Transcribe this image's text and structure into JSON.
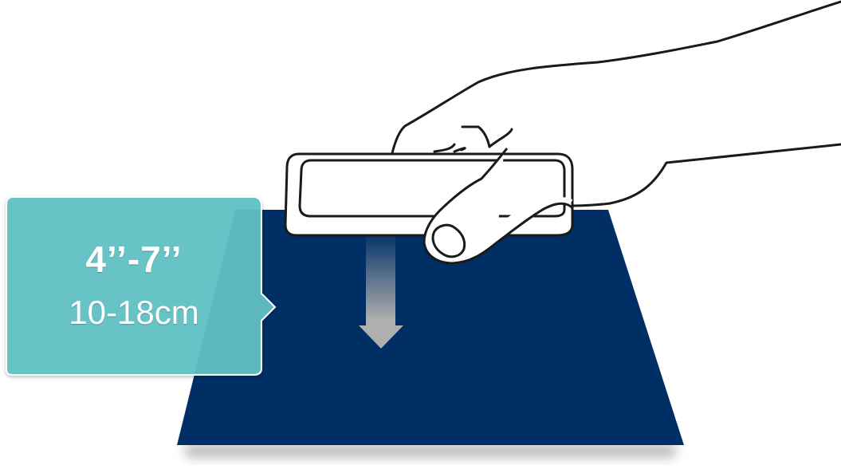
{
  "diagram": {
    "title": "Scanner distance illustration",
    "distance_label": {
      "inches": "4’’-7’’",
      "centimeters": "10-18cm"
    },
    "colors": {
      "mat": "#002F66",
      "label_bg": "#67C3C7",
      "label_shade": "#5BB8BE",
      "arrow": "#AFAFAF",
      "outline": "#1A1A1A",
      "shadow": "#C8C8C8"
    },
    "elements": [
      "hand",
      "handheld-scanner",
      "down-arrow",
      "target-mat",
      "distance-callout"
    ]
  }
}
